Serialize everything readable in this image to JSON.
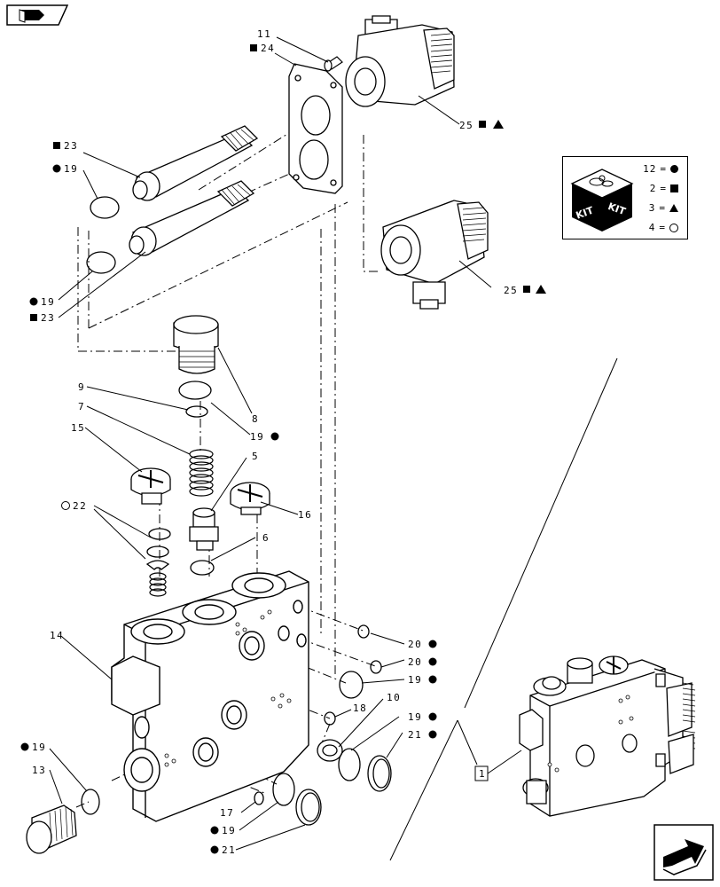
{
  "nav": {
    "top_left_icon": "book-back-icon",
    "bottom_right_icon": "next-arrow-icon"
  },
  "kit_legend": {
    "icon": "kit-box-icon",
    "box_labels": [
      "KIT",
      "KIT"
    ],
    "entries": [
      {
        "qty": "12",
        "symbol": "filled-circle"
      },
      {
        "qty": "2",
        "symbol": "filled-square"
      },
      {
        "qty": "3",
        "symbol": "filled-triangle"
      },
      {
        "qty": "4",
        "symbol": "open-circle"
      }
    ],
    "equals": "="
  },
  "callouts": {
    "c11": "11",
    "c24": "24",
    "c25a": "25",
    "c23a": "23",
    "c19a": "19",
    "c25b": "25",
    "c19b": "19",
    "c23b": "23",
    "c9": "9",
    "c7": "7",
    "c8": "8",
    "c19c": "19",
    "c15": "15",
    "c5": "5",
    "c22": "22",
    "c16": "16",
    "c6": "6",
    "c14": "14",
    "c20a": "20",
    "c20b": "20",
    "c19d": "19",
    "c18": "18",
    "c10": "10",
    "c19e": "19",
    "c21a": "21",
    "c19f": "19",
    "c13": "13",
    "c17": "17",
    "c19g": "19",
    "c21b": "21",
    "c1": "1"
  }
}
